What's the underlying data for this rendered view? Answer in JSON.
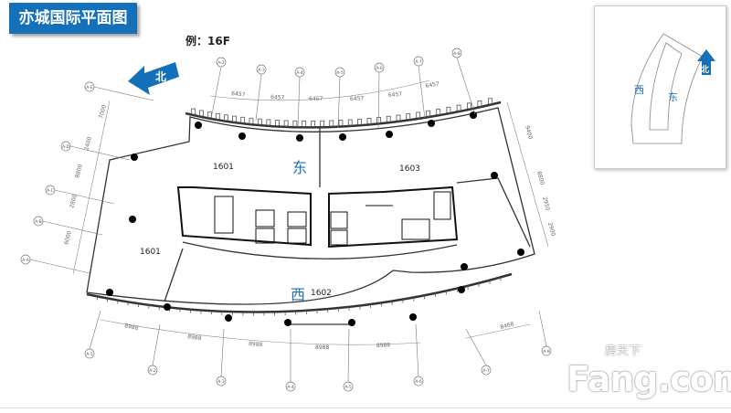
{
  "header": {
    "title": "亦城国际平面图",
    "floor_label": "例：16F"
  },
  "north_label": "北",
  "units": {
    "u1601_top": "1601",
    "u1601_left": "1601",
    "u1602": "1602",
    "u1603": "1603"
  },
  "zones": {
    "east": "东",
    "west": "西"
  },
  "grid_top": [
    "A-2",
    "A-3",
    "A-4",
    "A-5",
    "A-6",
    "A-7",
    "A-8"
  ],
  "grid_bottom": [
    "A-1",
    "A-2",
    "A-3",
    "A-4",
    "A-5",
    "A-6",
    "A-7",
    "A-8"
  ],
  "grid_left": [
    "A-E",
    "A-D",
    "A-C",
    "A-B",
    "A-A"
  ],
  "dims_top": [
    "6457",
    "6457",
    "6457",
    "6457",
    "6457",
    "6457"
  ],
  "dims_bottom": [
    "8988",
    "8988",
    "8988",
    "8988",
    "8988"
  ],
  "dim_bottom_right": "8468",
  "dims_left": [
    "7000",
    "2400",
    "8800",
    "2800",
    "6000"
  ],
  "dims_right": [
    "9400",
    "8800",
    "2950",
    "2900"
  ],
  "inset": {
    "west": "西",
    "east": "东",
    "north": "北"
  },
  "watermark": {
    "cn": "房天下",
    "en": "Fang.com"
  },
  "colors": {
    "brand_blue": "#1470b8",
    "zone_text": "#1f6fb0"
  }
}
